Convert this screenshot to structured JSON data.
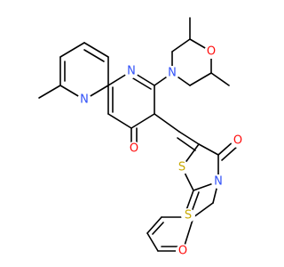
{
  "structure": {
    "type": "skeletal-formula",
    "bond_color": "#000000",
    "element_colors": {
      "N": "#3050F8",
      "O": "#FF0D0D",
      "S": "#C8A800"
    },
    "atoms": [
      {
        "id": "n_bridge",
        "symbol": "N",
        "element": "N"
      },
      {
        "id": "n_ring",
        "symbol": "N",
        "element": "N"
      },
      {
        "id": "n_morpholine",
        "symbol": "N",
        "element": "N"
      },
      {
        "id": "o_morpholine",
        "symbol": "O",
        "element": "O"
      },
      {
        "id": "o_pyrimidinone",
        "symbol": "O",
        "element": "O"
      },
      {
        "id": "s_ring",
        "symbol": "S",
        "element": "S"
      },
      {
        "id": "n_thiazolidine",
        "symbol": "N",
        "element": "N"
      },
      {
        "id": "o_thiazolidinone",
        "symbol": "O",
        "element": "O"
      },
      {
        "id": "s_thione",
        "symbol": "S",
        "element": "S"
      },
      {
        "id": "o_furan",
        "symbol": "O",
        "element": "O"
      }
    ]
  }
}
